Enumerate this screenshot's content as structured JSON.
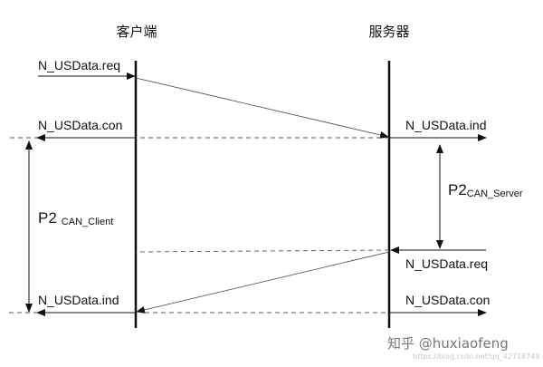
{
  "participants": {
    "client": "客户端",
    "server": "服务器"
  },
  "messages": {
    "client_req": "N_USData.req",
    "client_con": "N_USData.con",
    "client_ind": "N_USData.ind",
    "server_ind": "N_USData.ind",
    "server_req": "N_USData.req",
    "server_con": "N_USData.con"
  },
  "timers": {
    "client": {
      "base": "P2",
      "sub": "CAN_Client"
    },
    "server": {
      "base": "P2",
      "sub": "CAN_Server"
    }
  },
  "watermark": {
    "brand": "知乎 @huxiaofeng",
    "url": "https://blog.csdn.net/qq_42718749"
  },
  "colors": {
    "line": "#111111",
    "dashed": "#555555",
    "thin": "#444444"
  }
}
